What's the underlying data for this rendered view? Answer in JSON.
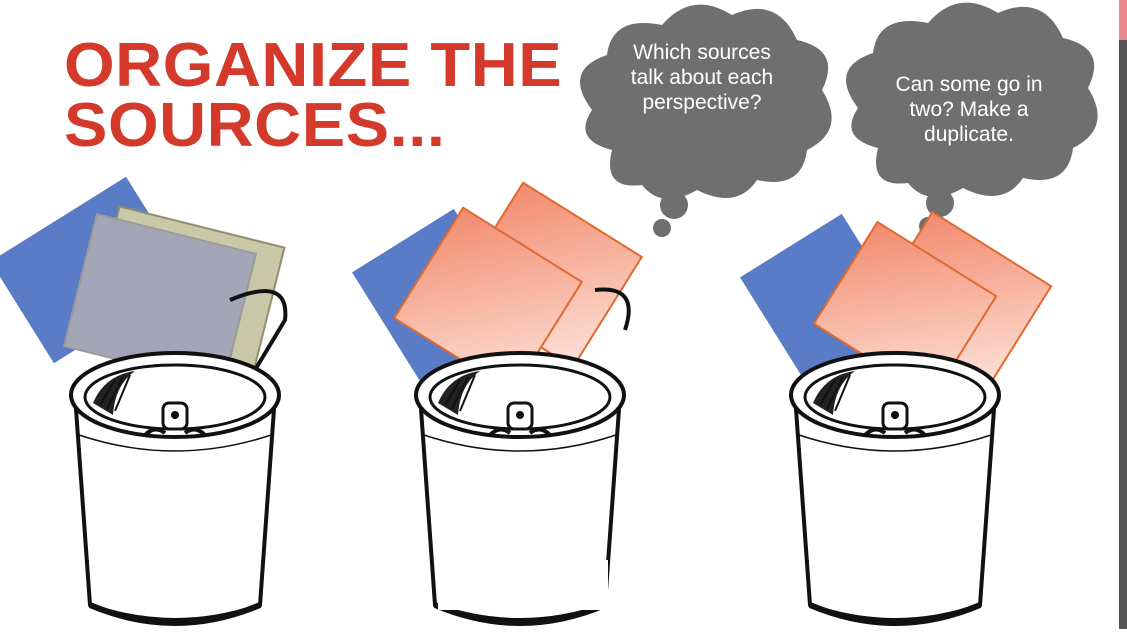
{
  "title": {
    "line1": "ORGANIZE THE",
    "line2": "SOURCES..."
  },
  "bubbles": [
    {
      "text": "Which sources talk about each perspective?"
    },
    {
      "text": "Can some go in two? Make a duplicate."
    }
  ],
  "colors": {
    "title": "#d33a2c",
    "bubble": "#6f6f6f",
    "card_blue": "#5a7cc6",
    "card_gray": "#a4a6b8",
    "card_olive": "#c9c8a8",
    "card_salmon": "#f08a73",
    "card_salmon_border": "#e0692e"
  },
  "buckets": [
    {
      "name": "bucket-1"
    },
    {
      "name": "bucket-2"
    },
    {
      "name": "bucket-3"
    }
  ]
}
